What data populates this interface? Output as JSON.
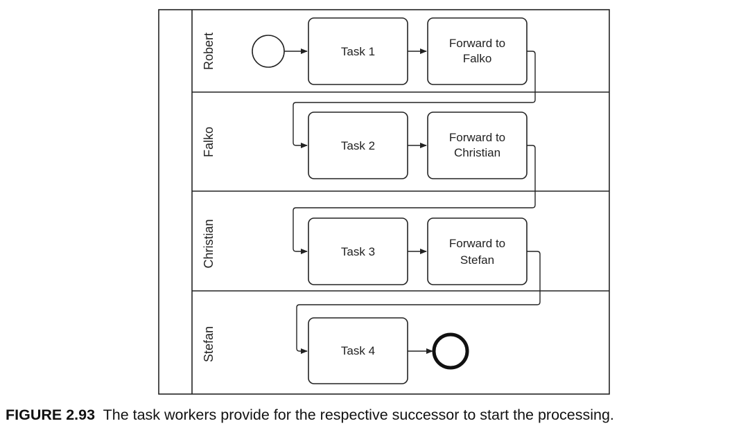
{
  "diagram": {
    "lanes": [
      {
        "label": "Robert"
      },
      {
        "label": "Falko"
      },
      {
        "label": "Christian"
      },
      {
        "label": "Stefan"
      }
    ],
    "tasks": [
      {
        "lines": [
          "Task 1"
        ]
      },
      {
        "lines": [
          "Forward to",
          "Falko"
        ]
      },
      {
        "lines": [
          "Task 2"
        ]
      },
      {
        "lines": [
          "Forward to",
          "Christian"
        ]
      },
      {
        "lines": [
          "Task 3"
        ]
      },
      {
        "lines": [
          "Forward to",
          "Stefan"
        ]
      },
      {
        "lines": [
          "Task 4"
        ]
      }
    ]
  },
  "caption": {
    "label": "FIGURE 2.93",
    "text": "The task workers provide for the respective successor to start the processing."
  }
}
